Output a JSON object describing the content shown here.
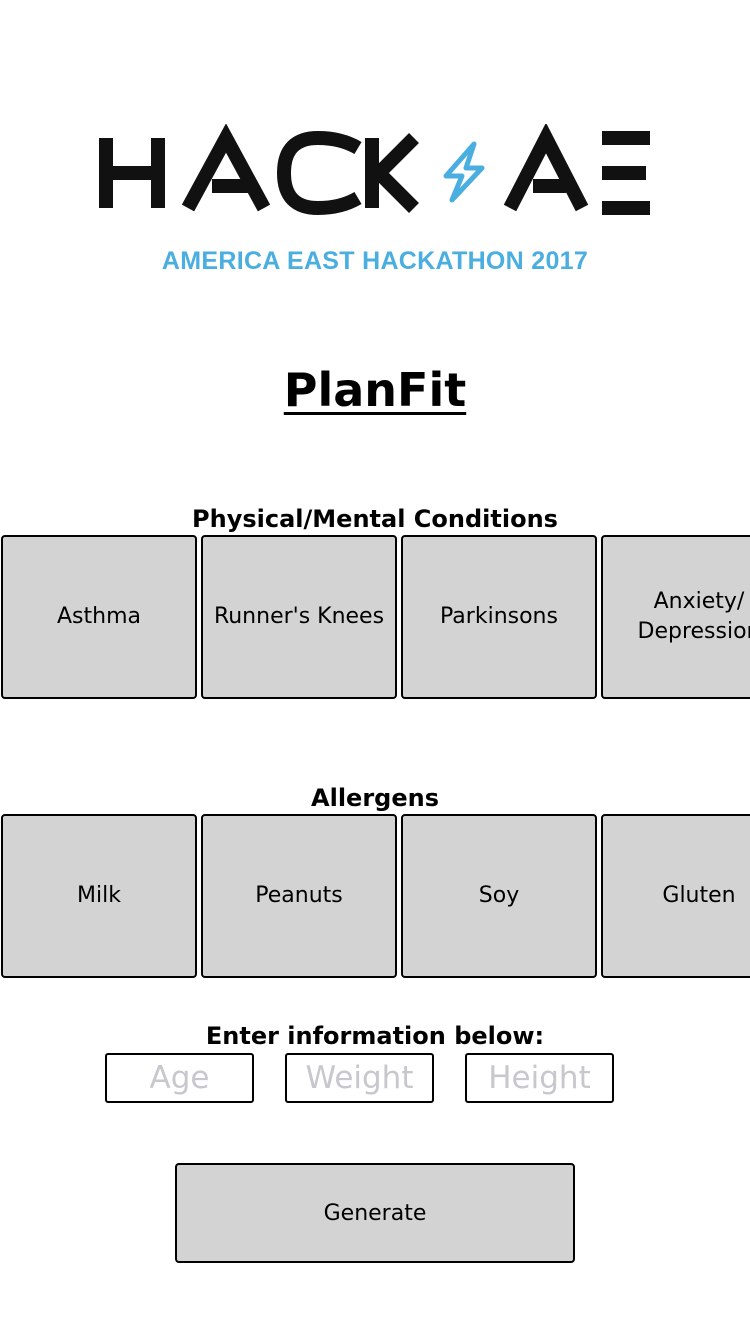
{
  "logo": {
    "wordmark": "HACK AE",
    "tagline": "AMERICA EAST HACKATHON 2017",
    "bolt_color": "#4aaee0",
    "tagline_color": "#4aaee0"
  },
  "app": {
    "title": "PlanFit"
  },
  "conditions": {
    "heading": "Physical/Mental Conditions",
    "items": [
      {
        "label": "Asthma"
      },
      {
        "label": "Runner's Knees"
      },
      {
        "label": "Parkinsons"
      },
      {
        "label": "Anxiety/\nDepression"
      }
    ]
  },
  "allergens": {
    "heading": "Allergens",
    "items": [
      {
        "label": "Milk"
      },
      {
        "label": "Peanuts"
      },
      {
        "label": "Soy"
      },
      {
        "label": "Gluten"
      }
    ]
  },
  "info": {
    "heading": "Enter information below:",
    "age_placeholder": "Age",
    "weight_placeholder": "Weight",
    "height_placeholder": "Height"
  },
  "actions": {
    "generate_label": "Generate"
  },
  "colors": {
    "button_bg": "#d3d3d3",
    "accent": "#4aaee0"
  }
}
